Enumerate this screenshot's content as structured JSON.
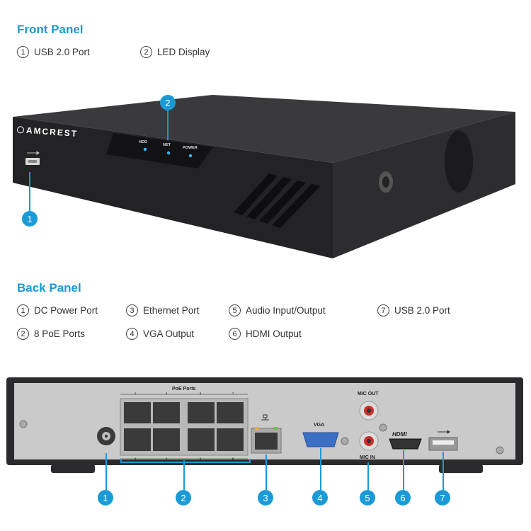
{
  "front_panel": {
    "title": "Front Panel",
    "legend": [
      {
        "num": "1",
        "label": "USB 2.0 Port"
      },
      {
        "num": "2",
        "label": "LED Display"
      }
    ],
    "brand": "AMCREST",
    "leds": [
      "HDD",
      "NET",
      "POWER"
    ],
    "callouts": [
      "1",
      "2"
    ]
  },
  "back_panel": {
    "title": "Back Panel",
    "legend": [
      {
        "num": "1",
        "label": "DC Power Port"
      },
      {
        "num": "2",
        "label": "8 PoE Ports"
      },
      {
        "num": "3",
        "label": "Ethernet Port"
      },
      {
        "num": "4",
        "label": "VGA Output"
      },
      {
        "num": "5",
        "label": "Audio Input/Output"
      },
      {
        "num": "6",
        "label": "HDMI Output"
      },
      {
        "num": "7",
        "label": "USB 2.0 Port"
      }
    ],
    "poe_label": "PoE Ports",
    "poe_top_numbers": [
      "1",
      "3",
      "5",
      "7"
    ],
    "poe_bottom_numbers": [
      "2",
      "4",
      "6",
      "8"
    ],
    "vga_label": "VGA",
    "mic_out_label": "MIC OUT",
    "mic_in_label": "MIC IN",
    "hdmi_label": "HDMI",
    "callouts": [
      "1",
      "2",
      "3",
      "4",
      "5",
      "6",
      "7"
    ]
  },
  "colors": {
    "accent": "#1a9ad6",
    "device_body": "#2b2b2d",
    "back_plate": "#c9c9c9"
  }
}
